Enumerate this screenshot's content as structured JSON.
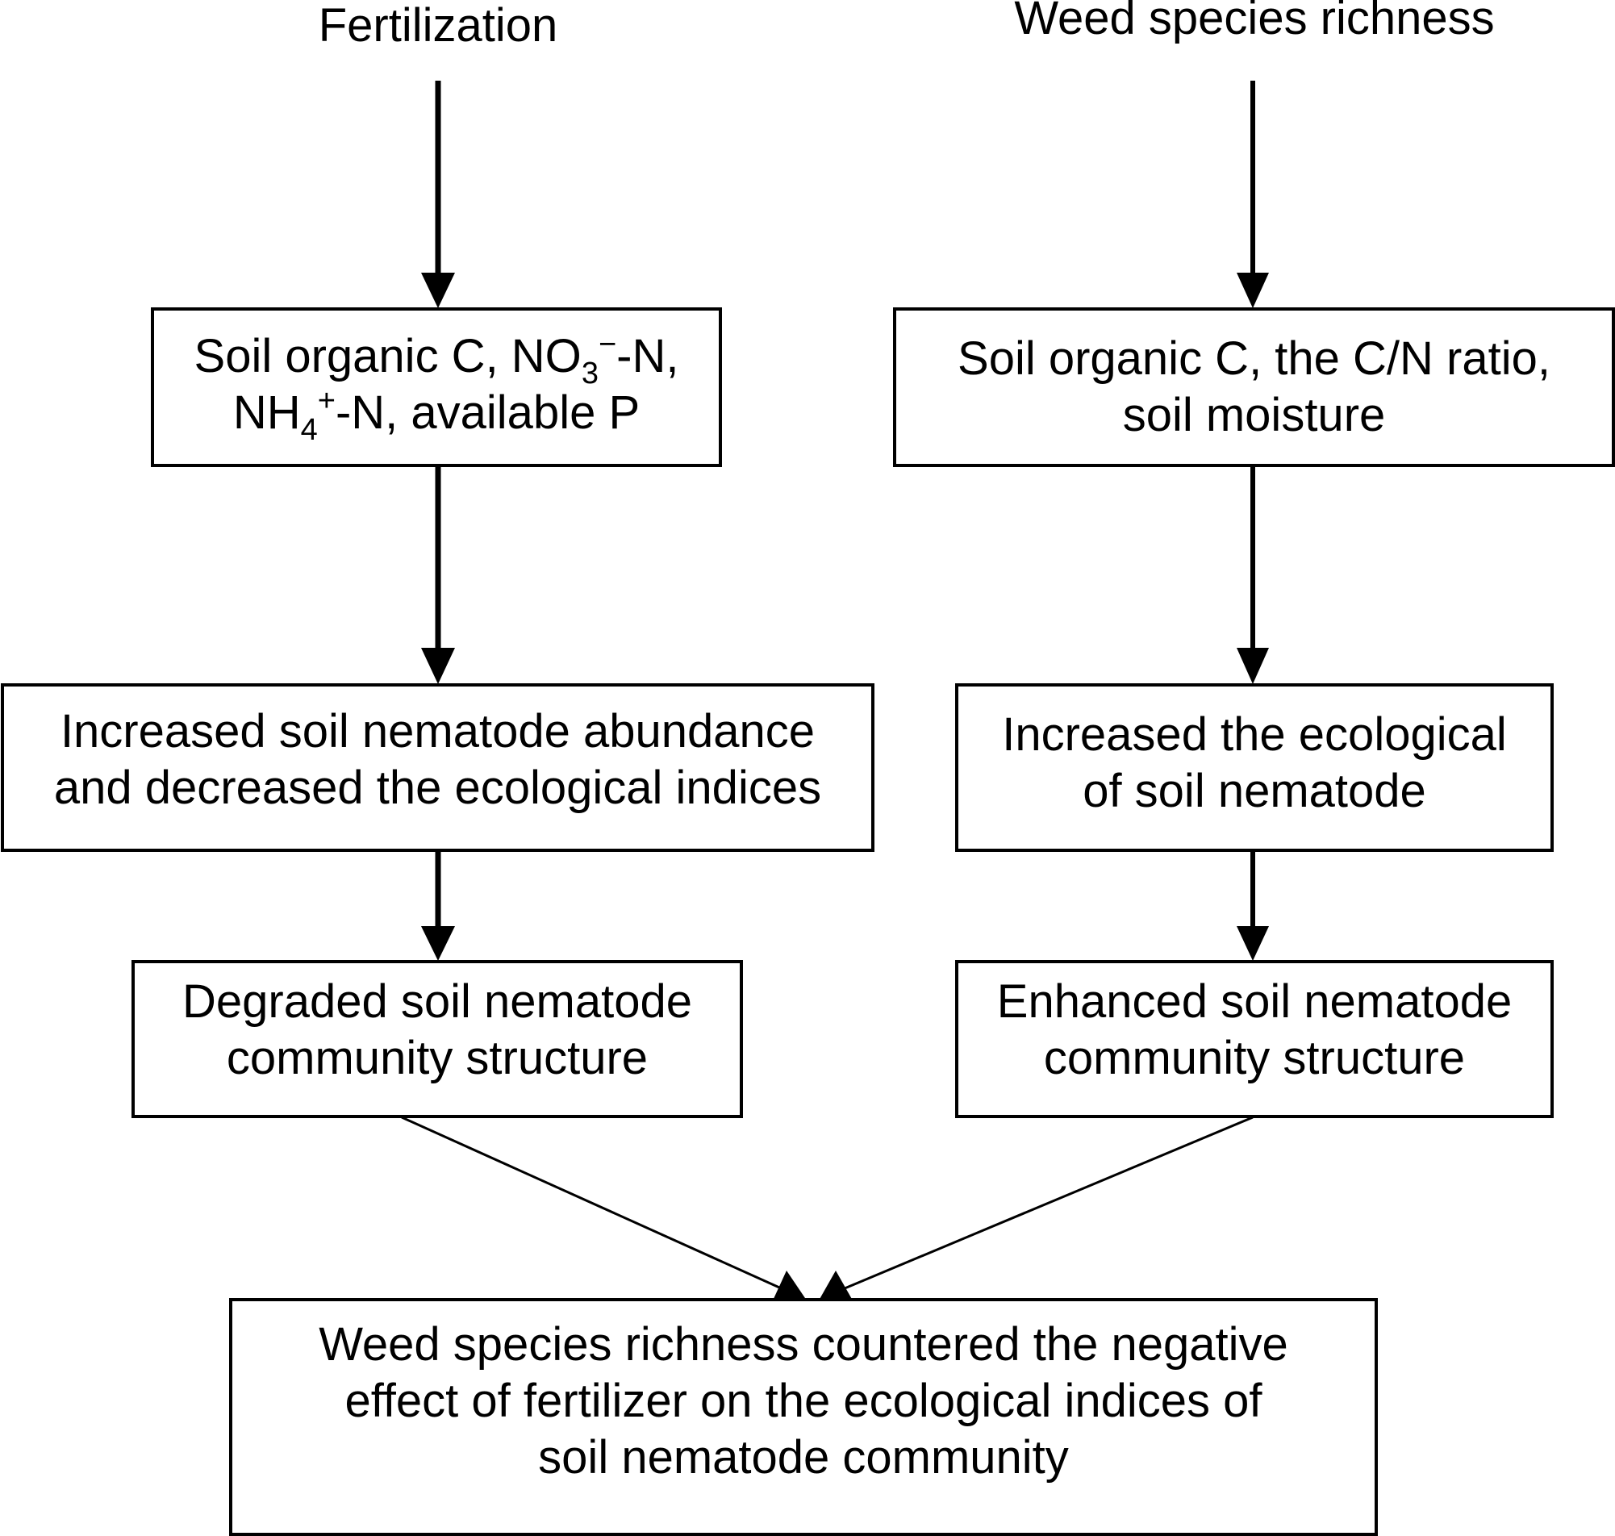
{
  "diagram": {
    "type": "flowchart",
    "titles": {
      "left": "Fertilization",
      "right": "Weed species richness"
    },
    "left_column": {
      "box1": {
        "line1_prefix": "Soil organic C, NO",
        "line1_sub": "3",
        "line1_sup": "−",
        "line1_suffix": "-N,",
        "line2_prefix": "NH",
        "line2_sub": "4",
        "line2_sup": "+",
        "line2_suffix": "-N, available P"
      },
      "box2": {
        "line1": "Increased soil nematode abundance",
        "line2": "and decreased the ecological indices"
      },
      "box3": {
        "line1": "Degraded soil nematode",
        "line2": "community structure"
      }
    },
    "right_column": {
      "box1": {
        "line1": "Soil organic C, the C/N ratio,",
        "line2": "soil moisture"
      },
      "box2": {
        "line1": "Increased the ecological",
        "line2": "of soil nematode"
      },
      "box3": {
        "line1": "Enhanced soil nematode",
        "line2": "community structure"
      }
    },
    "conclusion": {
      "line1": "Weed species richness countered the negative",
      "line2": "effect of fertilizer on the ecological indices of",
      "line3": "soil nematode community"
    },
    "edges": [
      {
        "from": "title-left",
        "to": "box-l1"
      },
      {
        "from": "box-l1",
        "to": "box-l2"
      },
      {
        "from": "box-l2",
        "to": "box-l3"
      },
      {
        "from": "box-l3",
        "to": "box-bottom"
      },
      {
        "from": "title-right",
        "to": "box-r1"
      },
      {
        "from": "box-r1",
        "to": "box-r2"
      },
      {
        "from": "box-r2",
        "to": "box-r3"
      },
      {
        "from": "box-r3",
        "to": "box-bottom"
      }
    ]
  }
}
